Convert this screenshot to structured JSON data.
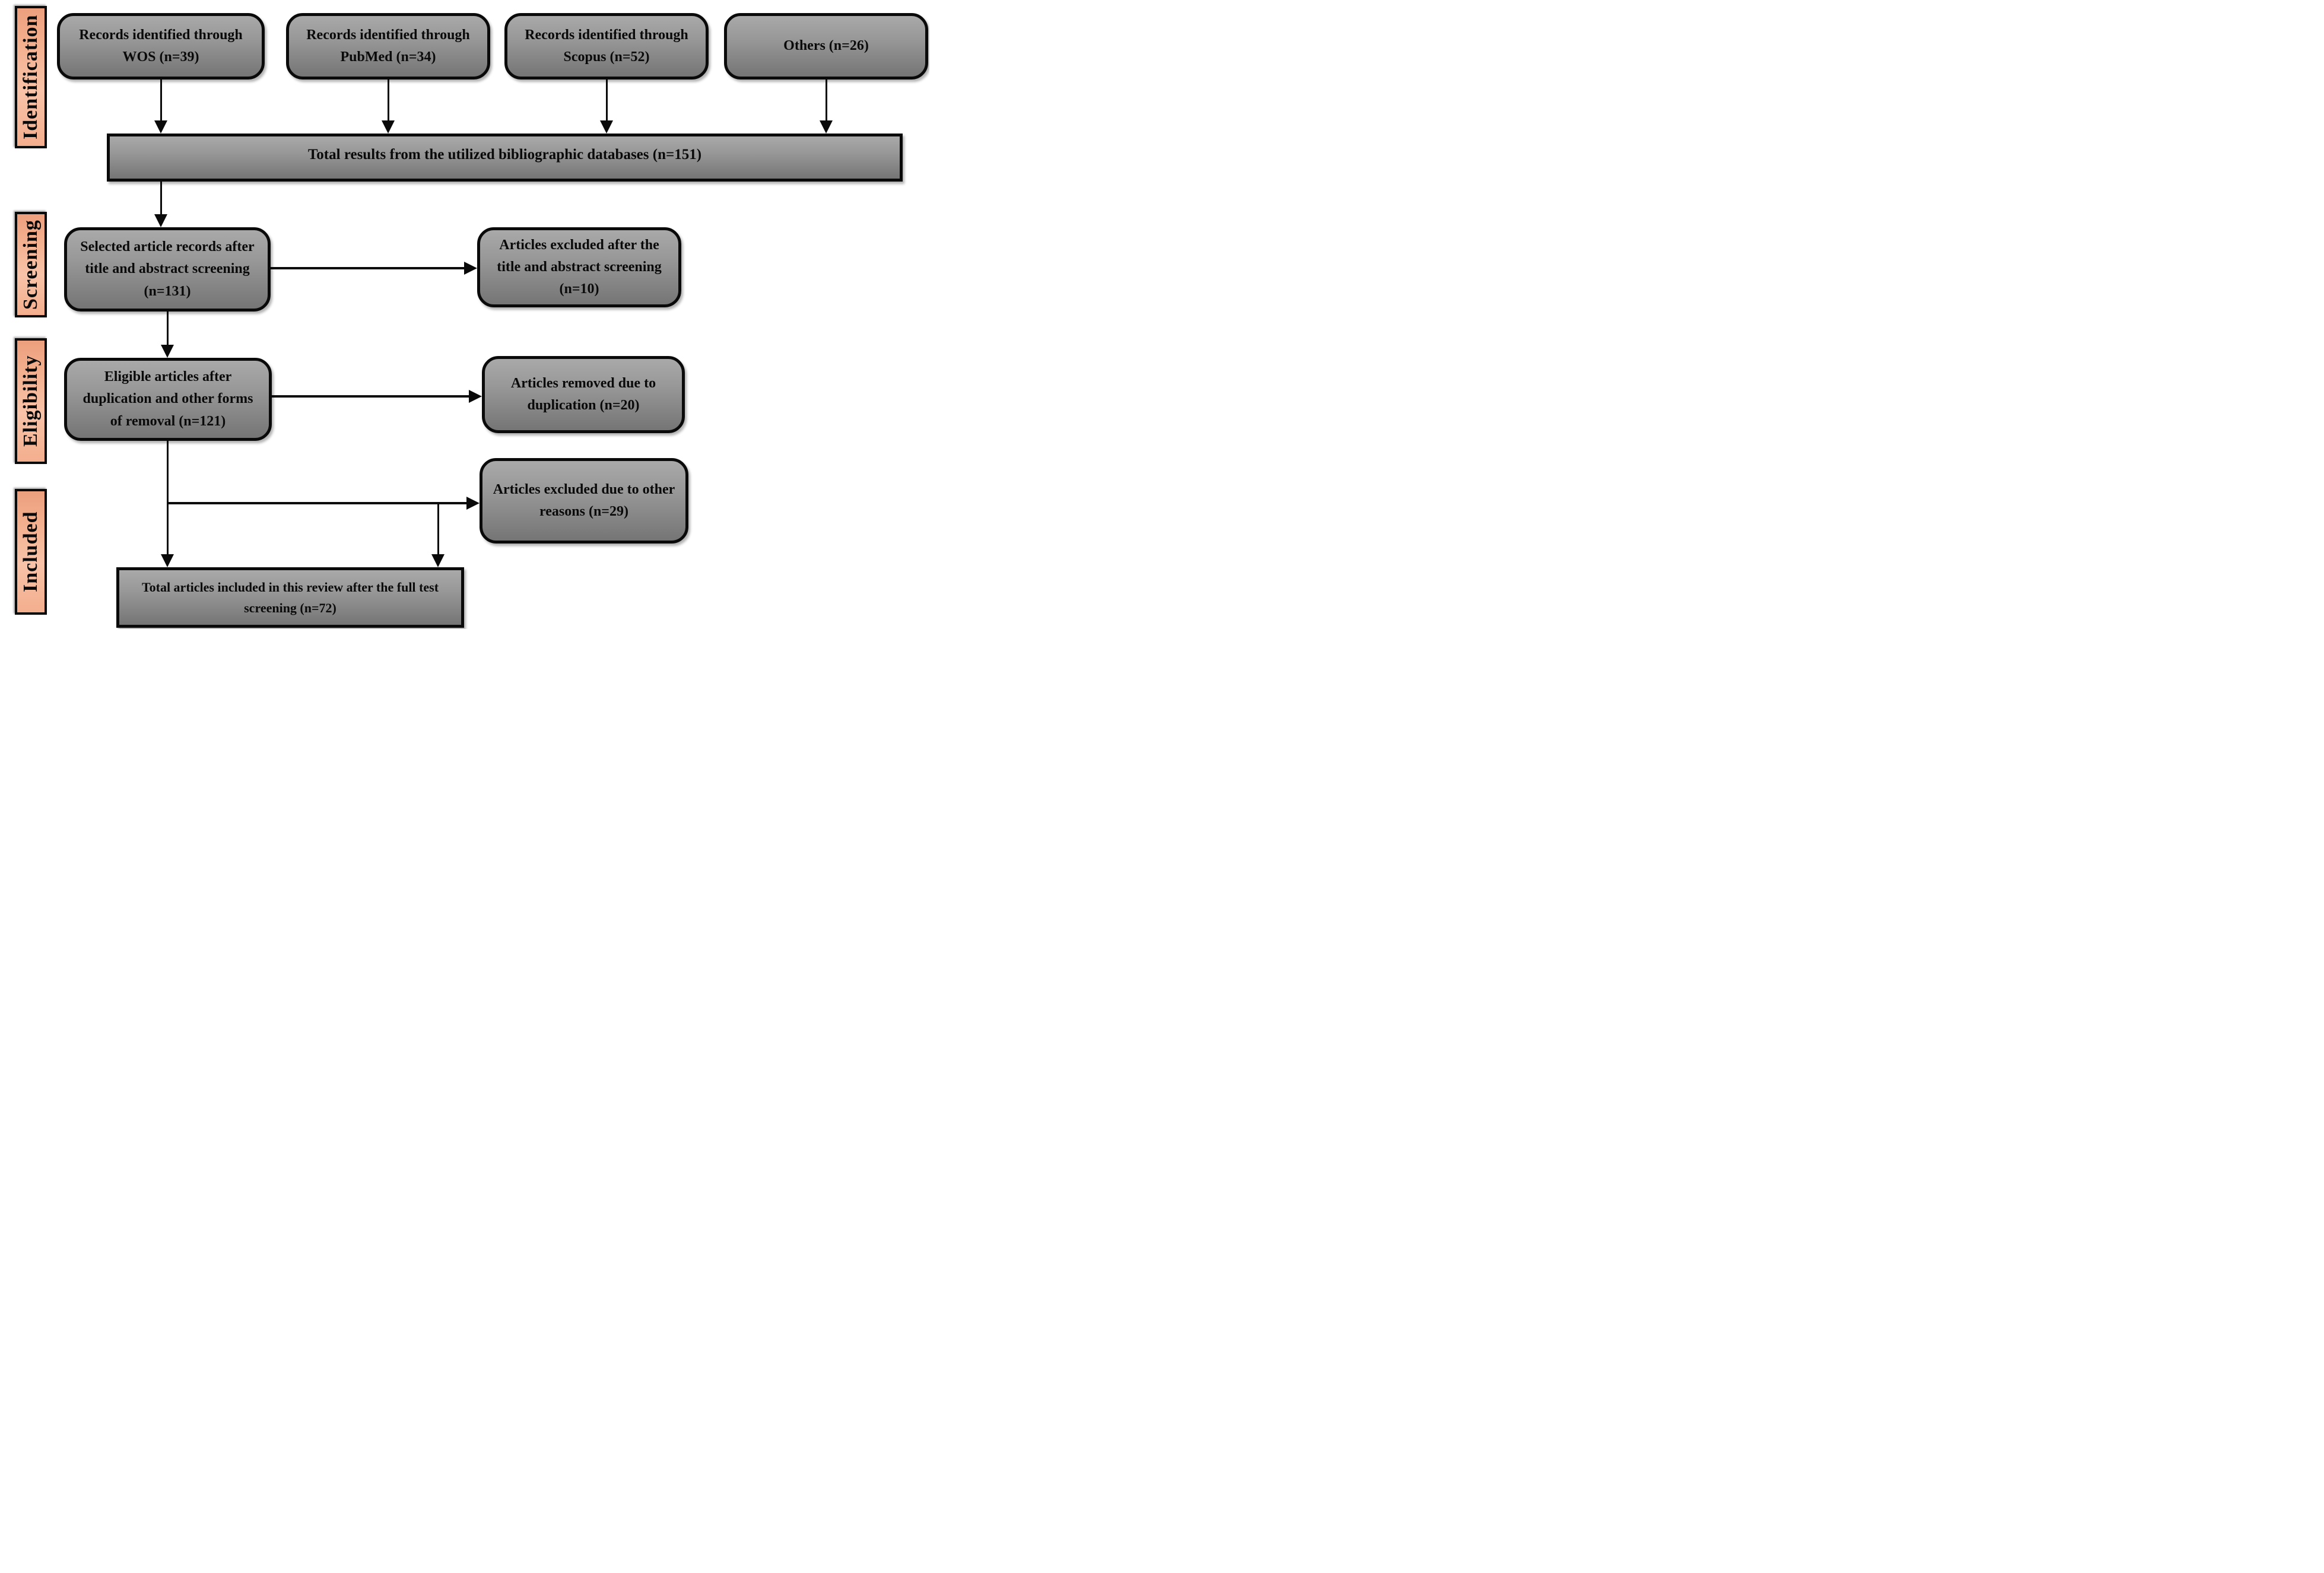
{
  "stages": [
    {
      "label": "Identification"
    },
    {
      "label": "Screening"
    },
    {
      "label": "Eligibility"
    },
    {
      "label": "Included"
    }
  ],
  "boxes": {
    "wos": "Records identified through WOS (n=39)",
    "pubmed": "Records identified through PubMed (n=34)",
    "scopus": "Records identified through Scopus (n=52)",
    "others": "Others (n=26)",
    "total_results": "Total results from the utilized bibliographic databases (n=151)",
    "selected": "Selected article records after title and abstract screening (n=131)",
    "excluded_screening": "Articles excluded after the title and abstract screening (n=10)",
    "eligible": "Eligible articles after duplication and other forms of removal (n=121)",
    "removed_duplication": "Articles removed due to duplication (n=20)",
    "excluded_other": "Articles excluded due to other reasons (n=29)",
    "total_included": "Total articles included in this review after the full test screening (n=72)"
  },
  "colors": {
    "stage_fill_light": "#f8c3a8",
    "stage_fill_dark": "#ec9f7d",
    "box_fill_light": "#a9a9a9",
    "box_fill_dark": "#757575",
    "border": "#0a0a0a",
    "background": "#ffffff"
  }
}
